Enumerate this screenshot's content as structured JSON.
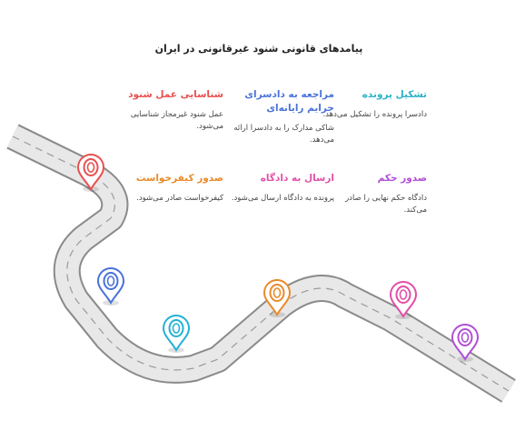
{
  "title": "پیامدهای قانونی شنود غیرقانونی در ایران",
  "colors": {
    "red": "#e8504f",
    "blue": "#4a72d9",
    "cyan": "#22b2d4",
    "orange": "#e98a2a",
    "pink": "#e24fa8",
    "purple": "#b04fd6",
    "teal": "#2ab1c8",
    "road": "#cccccc",
    "road_edge": "#8a8a8a"
  },
  "steps": [
    {
      "title": "تشکیل پرونده",
      "desc": "دادسرا پرونده را تشکیل می‌دهد.",
      "color": "#2ab1c8"
    },
    {
      "title": "مراجعه به دادسرای جرایم رایانه‌ای",
      "desc": "شاکی مدارک را به دادسرا ارائه می‌دهد.",
      "color": "#4a72d9"
    },
    {
      "title": "شناسایی عمل شنود",
      "desc": "عمل شنود غیرمجاز شناسایی می‌شود.",
      "color": "#e8504f"
    },
    {
      "title": "صدور حکم",
      "desc": "دادگاه حکم نهایی را صادر می‌کند.",
      "color": "#b04fd6"
    },
    {
      "title": "ارسال به دادگاه",
      "desc": "پرونده به دادگاه ارسال می‌شود.",
      "color": "#e24fa8"
    },
    {
      "title": "صدور کیفرخواست",
      "desc": "کیفرخواست صادر می‌شود.",
      "color": "#e98a2a"
    }
  ],
  "markers": [
    {
      "name": "red-marker",
      "color": "#e8504f"
    },
    {
      "name": "blue-marker",
      "color": "#4a72d9"
    },
    {
      "name": "cyan-marker",
      "color": "#22b2d4"
    },
    {
      "name": "orange-marker",
      "color": "#e98a2a"
    },
    {
      "name": "pink-marker",
      "color": "#e24fa8"
    },
    {
      "name": "purple-marker",
      "color": "#b04fd6"
    }
  ]
}
